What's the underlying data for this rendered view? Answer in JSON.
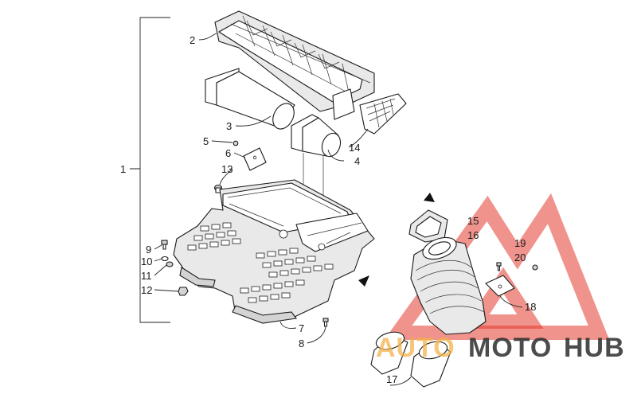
{
  "callouts": [
    "1",
    "2",
    "3",
    "4",
    "5",
    "6",
    "7",
    "8",
    "9",
    "10",
    "11",
    "12",
    "13",
    "14",
    "15",
    "16",
    "17",
    "18",
    "19",
    "20"
  ],
  "watermark": {
    "part_a": "AUTO",
    "part_b": "MOTO",
    "part_c": "HUB"
  },
  "colors": {
    "watermark_red": "#e23b2e",
    "watermark_orange": "#f4b24a",
    "line": "#1a1a1a"
  }
}
